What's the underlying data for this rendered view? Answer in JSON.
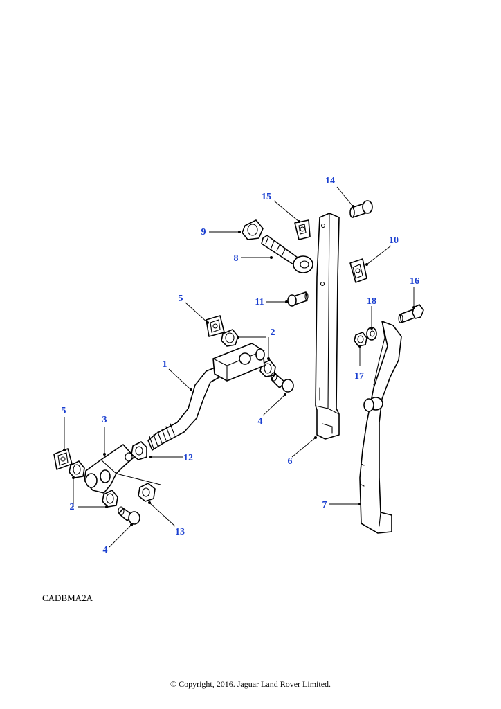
{
  "figure_code": "CADBMA2A",
  "copyright": "© Copyright, 2016. Jaguar Land Rover Limited.",
  "callouts": [
    {
      "id": "c1",
      "label": "1"
    },
    {
      "id": "c2a",
      "label": "2"
    },
    {
      "id": "c2b",
      "label": "2"
    },
    {
      "id": "c3",
      "label": "3"
    },
    {
      "id": "c4a",
      "label": "4"
    },
    {
      "id": "c4b",
      "label": "4"
    },
    {
      "id": "c5a",
      "label": "5"
    },
    {
      "id": "c5b",
      "label": "5"
    },
    {
      "id": "c6",
      "label": "6"
    },
    {
      "id": "c7",
      "label": "7"
    },
    {
      "id": "c8",
      "label": "8"
    },
    {
      "id": "c9",
      "label": "9"
    },
    {
      "id": "c10",
      "label": "10"
    },
    {
      "id": "c11",
      "label": "11"
    },
    {
      "id": "c12",
      "label": "12"
    },
    {
      "id": "c13",
      "label": "13"
    },
    {
      "id": "c14",
      "label": "14"
    },
    {
      "id": "c15",
      "label": "15"
    },
    {
      "id": "c16",
      "label": "16"
    },
    {
      "id": "c17",
      "label": "17"
    },
    {
      "id": "c18",
      "label": "18"
    }
  ],
  "colors": {
    "callout": "#1a3fd0",
    "line": "#000000"
  }
}
